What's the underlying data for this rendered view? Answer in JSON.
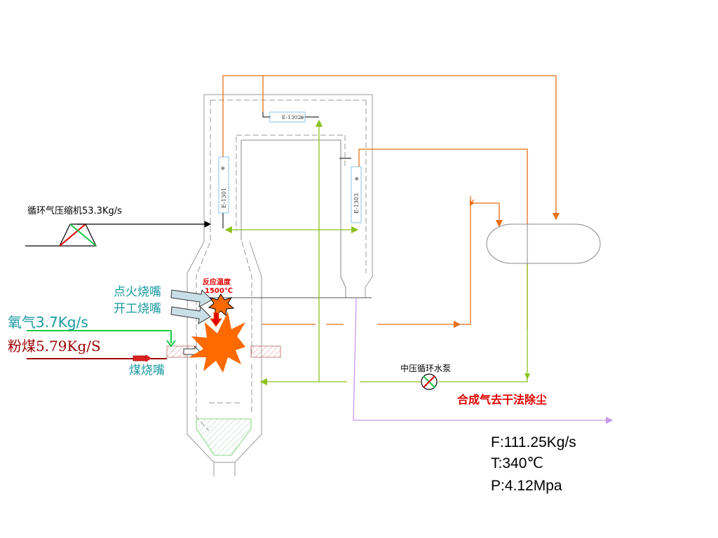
{
  "labels": {
    "compressor": "循环气压缩机53.3Kg/s",
    "ignition_burner": "点火烧嘴",
    "startup_burner": "开工烧嘴",
    "oxygen": "氧气3.7Kg/s",
    "pulverized_coal": "粉煤5.79Kg/S",
    "coal_burner": "煤烧嘴",
    "reaction_temp_line1": "反应温度",
    "reaction_temp_line2": "1500℃",
    "pump": "中压循环水泵",
    "syngas_dest": "合成气去干法除尘",
    "flow": "F:111.25Kg/s",
    "temperature": "T:340℃",
    "pressure": "P:4.12Mpa"
  },
  "exchangers": {
    "e1301": "E-1301",
    "e1302": "E-1302",
    "e1303": "E-1303"
  },
  "colors": {
    "orange_line": "#e8701a",
    "green_line": "#8cc21e",
    "purple_line": "#c897ee",
    "oxygen_line": "#19c847",
    "coal_line": "#9a0000",
    "teal_text": "#1a9aa0",
    "red_text": "#e00000",
    "flame": "#ff6a00"
  }
}
